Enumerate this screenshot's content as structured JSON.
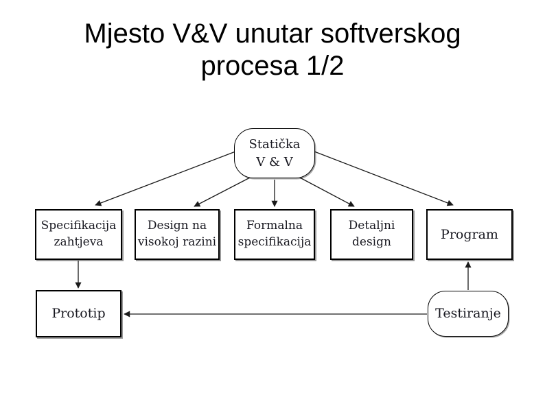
{
  "slide": {
    "title": "Mjesto V&V unutar softverskog\nprocesa 1/2"
  },
  "diagram": {
    "nodes": [
      {
        "id": "staticka-vv",
        "label": "Statička\nV & V",
        "shape": "rounded"
      },
      {
        "id": "specifikacija-zahtjeva",
        "label": "Specifikacija\nzahtjeva",
        "shape": "rect"
      },
      {
        "id": "design-na-visokoj-razini",
        "label": "Design na\nvisokoj razini",
        "shape": "rect"
      },
      {
        "id": "formalna-specifikacija",
        "label": "Formalna\nspecifikacija",
        "shape": "rect"
      },
      {
        "id": "detaljni-design",
        "label": "Detaljni\ndesign",
        "shape": "rect"
      },
      {
        "id": "program",
        "label": "Program",
        "shape": "rect"
      },
      {
        "id": "prototip",
        "label": "Prototip",
        "shape": "rect"
      },
      {
        "id": "testiranje",
        "label": "Testiranje",
        "shape": "rounded"
      }
    ],
    "edges": [
      {
        "from": "staticka-vv",
        "to": "specifikacija-zahtjeva"
      },
      {
        "from": "staticka-vv",
        "to": "design-na-visokoj-razini"
      },
      {
        "from": "staticka-vv",
        "to": "formalna-specifikacija"
      },
      {
        "from": "staticka-vv",
        "to": "detaljni-design"
      },
      {
        "from": "staticka-vv",
        "to": "program"
      },
      {
        "from": "specifikacija-zahtjeva",
        "to": "prototip"
      },
      {
        "from": "testiranje",
        "to": "prototip"
      },
      {
        "from": "testiranje",
        "to": "program"
      }
    ],
    "colors": {
      "background": "#ffffff",
      "box_border": "#000000",
      "arrow_line": "#1a1a1a",
      "text": "#17171f"
    }
  }
}
